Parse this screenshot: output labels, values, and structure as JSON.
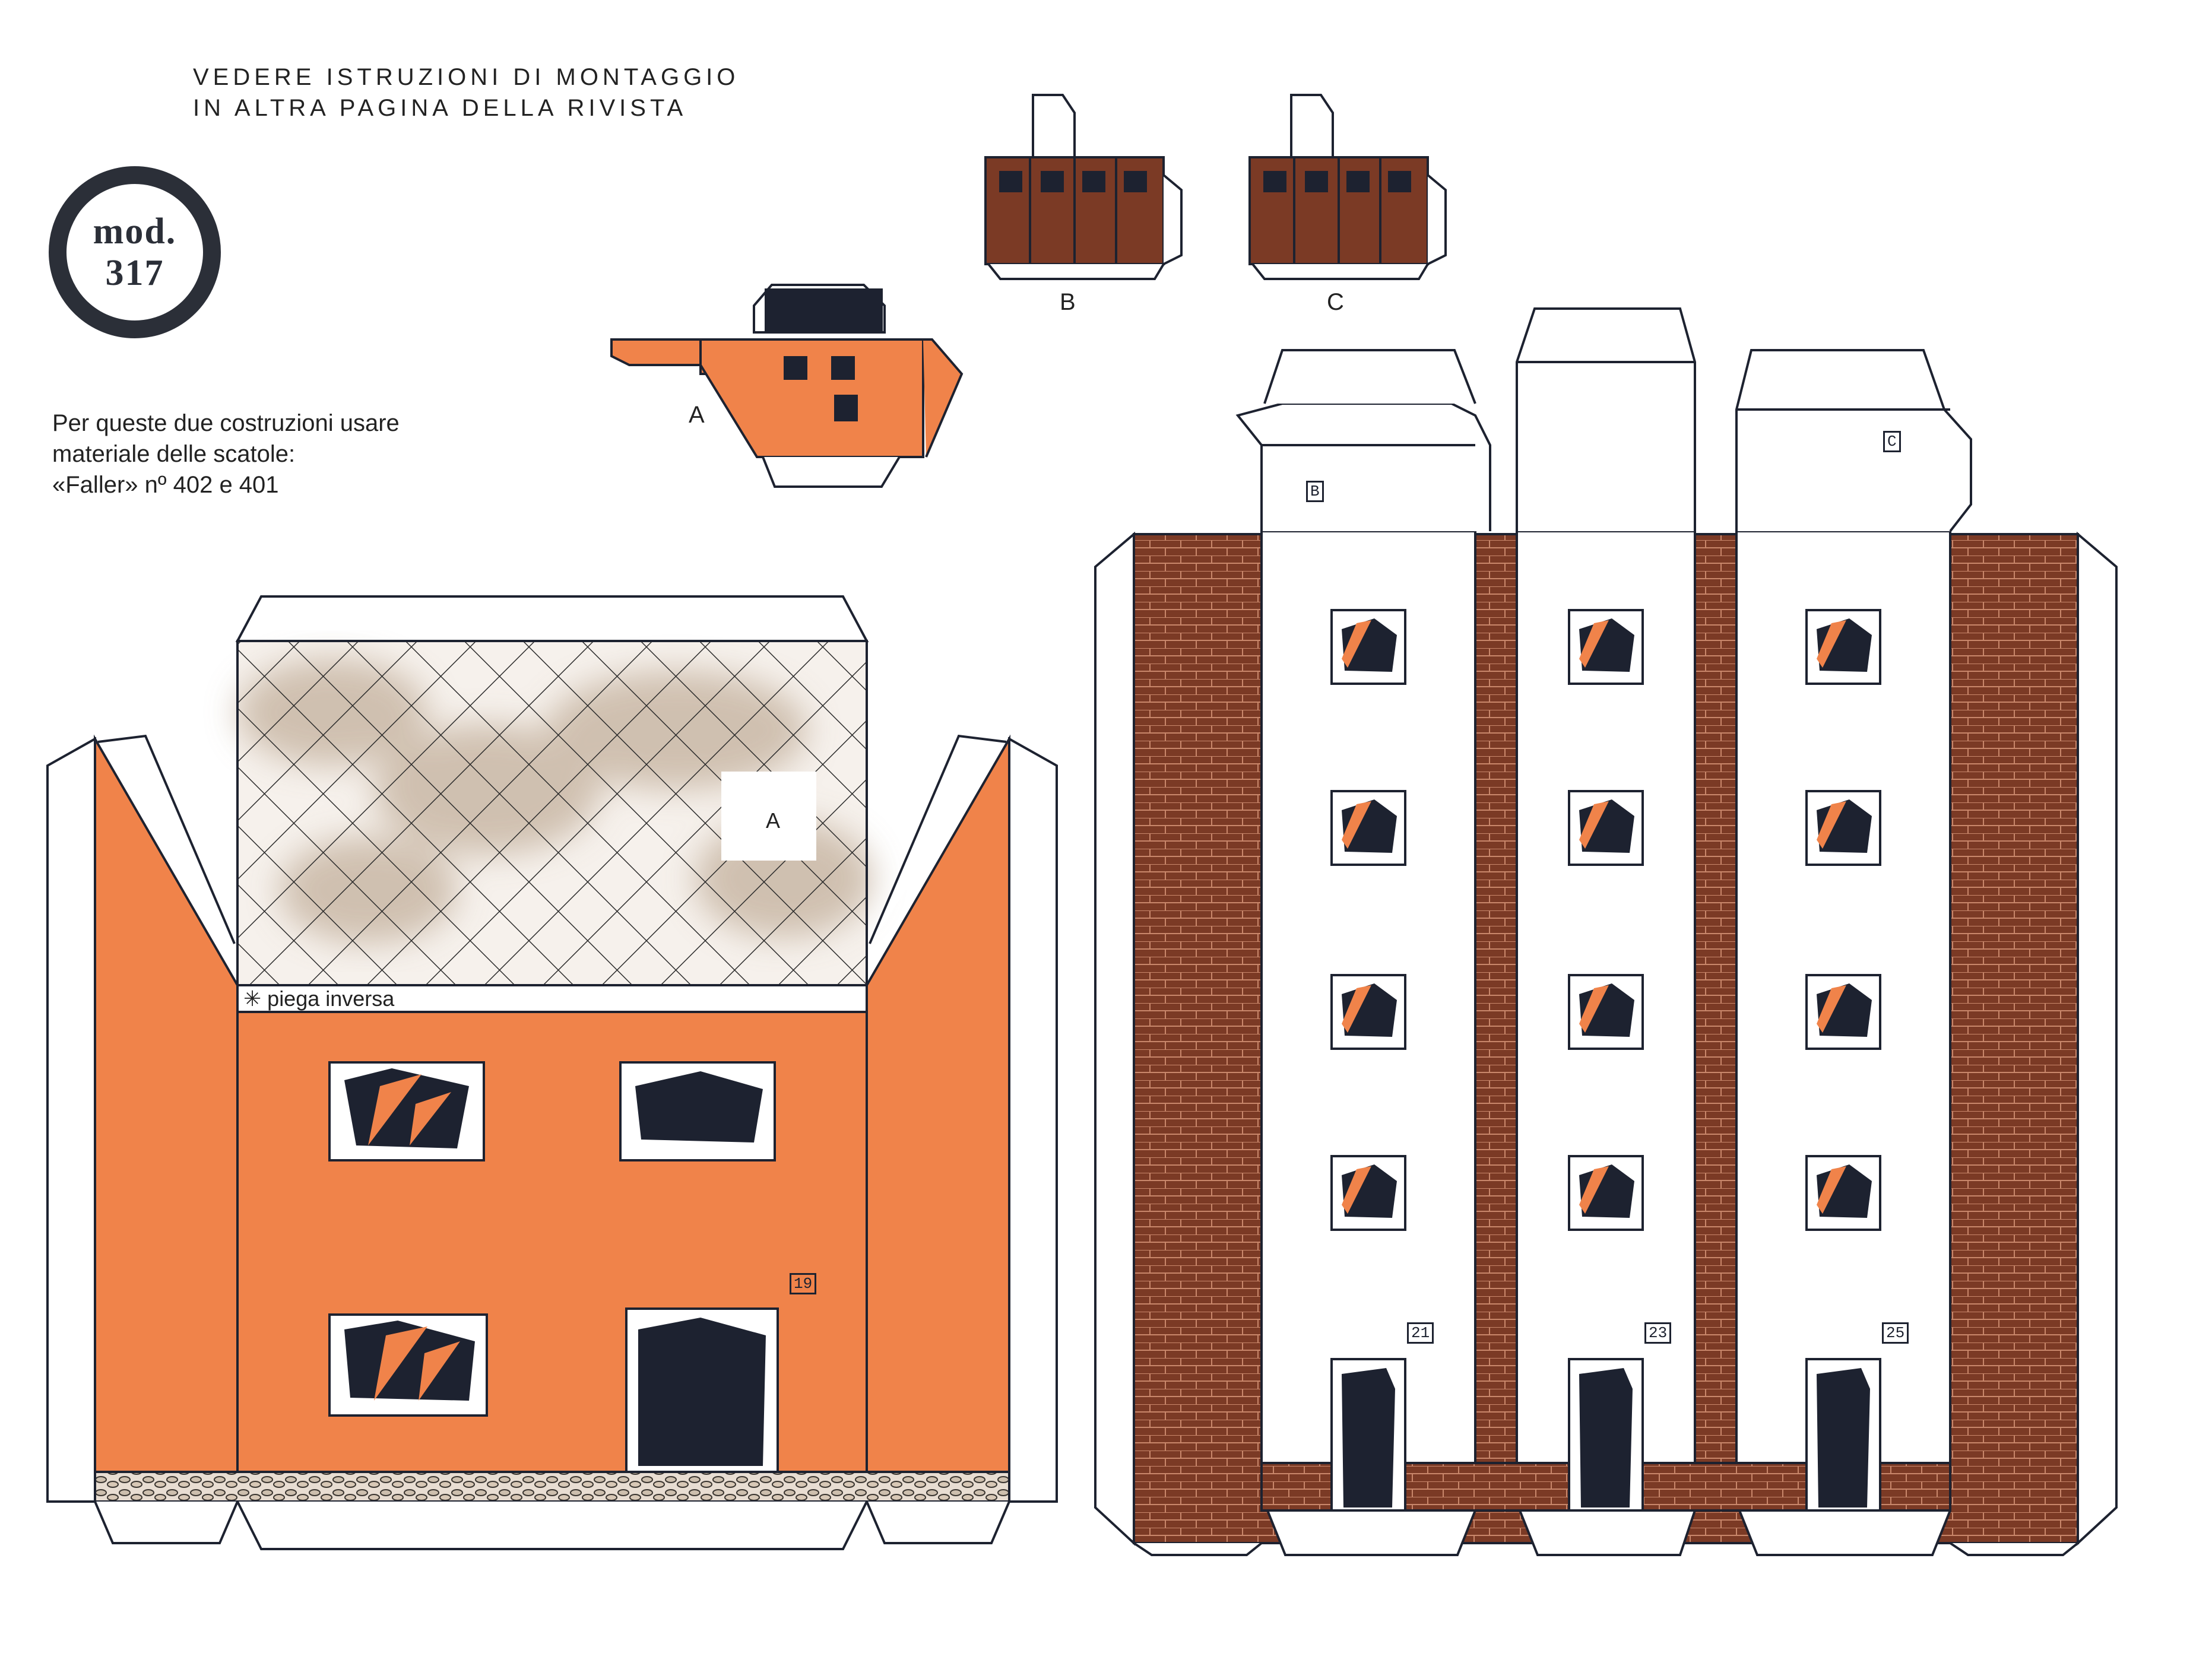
{
  "header": {
    "line1": "VEDERE ISTRUZIONI DI MONTAGGIO",
    "line2": "IN ALTRA PAGINA DELLA RIVISTA"
  },
  "badge": {
    "line1": "mod.",
    "line2": "317"
  },
  "materials_note": {
    "line1": "Per queste due costruzioni usare",
    "line2": "materiale delle scatole:",
    "line3": "«Faller» nº 402 e 401"
  },
  "parts": {
    "chimney_a": "A",
    "chimney_b": "B",
    "chimney_c": "C",
    "roof_label": "A",
    "tower_b_tag": "B",
    "tower_c_tag": "C"
  },
  "fold_note": "✳ piega inversa",
  "numbers": {
    "house": "19",
    "tower1": "21",
    "tower2": "23",
    "tower3": "25"
  },
  "colors": {
    "orange": "#f0834a",
    "brown": "#7b3a25",
    "brick_line": "#c9876b",
    "ink": "#1d2230",
    "roof_tint": "#c9b8a6"
  }
}
